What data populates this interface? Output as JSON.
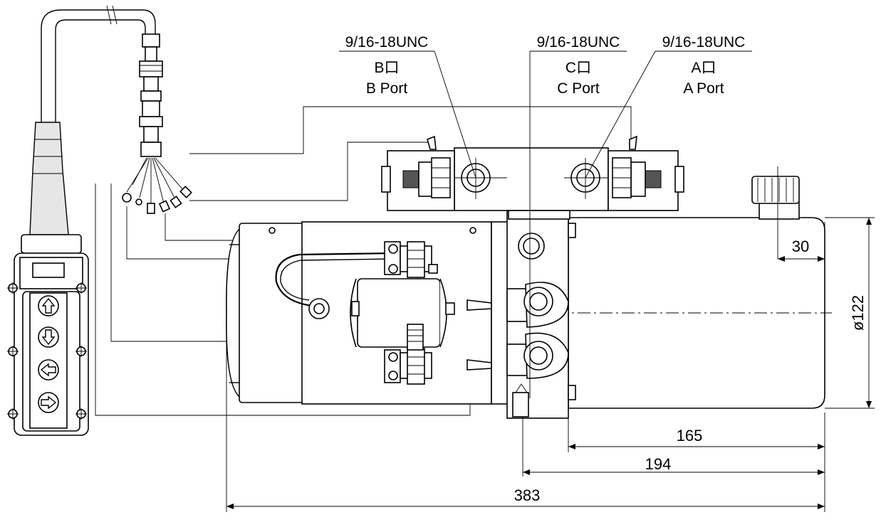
{
  "labels": {
    "b_thread": "9/16-18UNC",
    "b_cn": "B口",
    "b_en": "B Port",
    "c_thread": "9/16-18UNC",
    "c_cn": "C口",
    "c_en": "C Port",
    "a_thread": "9/16-18UNC",
    "a_cn": "A口",
    "a_en": "A Port"
  },
  "dimensions": {
    "d30": "30",
    "d122": "ø122",
    "d165": "165",
    "d194": "194",
    "d383": "383"
  }
}
